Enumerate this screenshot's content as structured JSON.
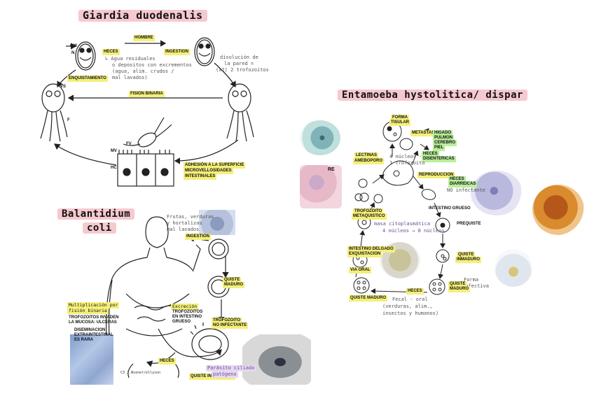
{
  "titles": {
    "giardia": "Giardia duodenalis",
    "entamoeba": "Entamoeba hystolitica/ dispar",
    "balantidium_line1": "Balantidium",
    "balantidium_line2": "coli"
  },
  "colors": {
    "title_highlight": "#f6c9cf",
    "label_highlight": "#f4ef7a",
    "green_highlight": "#b9ee9a",
    "ink": "#111111"
  },
  "giardia": {
    "cw_label": "CW",
    "n_label": "N",
    "vs_label": "VS",
    "f_label": "F",
    "mv_label": "MV",
    "fv_label": "FV",
    "hc_label": "HC",
    "hombre": "HOMBRE",
    "heces": "HECES",
    "ingestion": "INGESTION",
    "enquistamiento": "ENQUISTAMIENTO",
    "fision_binaria": "FISION BINARIA",
    "adhesion": [
      "ADHESIÓN A LA SUPERFICIE",
      "MICROVELLOSIDADES",
      "INTESTINALES"
    ],
    "note_heces": [
      "↳ Agua residuales",
      "o depositos con excrementos",
      "(agua, alim. crudos /",
      "mal lavados)"
    ],
    "note_ingestion": [
      "disolución de",
      "la pared =",
      "(x2) 2 trofozoitos"
    ]
  },
  "entamoeba": {
    "forma_tisular": [
      "FORMA",
      "TISULAR"
    ],
    "metastasis": "METASTASIS",
    "metastasis_organs": [
      "HIGADO",
      "PULMON",
      "CEREBRO",
      "PIEL"
    ],
    "heces_disentericas": [
      "HECES",
      "DISENTERICAS"
    ],
    "lectinas": [
      "LECTINAS",
      "AMEBOPORO"
    ],
    "note_nucleos": [
      "4 núcleos ·",
      "1 trofozoito"
    ],
    "reproduccion": "REPRODUCCION",
    "heces_diarreicas": [
      "HECES",
      "DIARREICAS"
    ],
    "no_infectante": "NO infectante",
    "trofozoito_metaquistico": [
      "TROFOZOITO",
      "METAQUISTICO"
    ],
    "intestino_grueso": "INTESTINO GRUESO",
    "prequiste": "PREQUISTE",
    "note_masa": [
      "masa citoplasmática",
      "4 núcleos → 8 núcleos"
    ],
    "intestino_delgado": [
      "INTESTINO DELGADO",
      "EXQUISTACION"
    ],
    "quiste_inmaduro": [
      "QUISTE",
      "INMADURO"
    ],
    "via_oral": "VIA ORAL",
    "forma_infectiva": [
      "Forma",
      "infectiva"
    ],
    "quiste_maduro_right": [
      "QUISTE",
      "MADURO"
    ],
    "heces": "HECES",
    "quiste_maduro_left": "QUISTE MADURO",
    "note_fecal": [
      "Fecal - oral",
      "(verduras, alim.,",
      "insectos y humanos)"
    ],
    "re_label": "RE"
  },
  "balantidium": {
    "note_fuentes": [
      "Frutas, verduras",
      "y hortalizas",
      "mal lavados"
    ],
    "ingestion": "INGESTION",
    "quiste_maduro": [
      "QUISTE",
      "MADURO"
    ],
    "multiplicacion": [
      "Multiplicación por",
      "fisión binaria"
    ],
    "trofozoitos_invaden": [
      "TROFOZOITOS INVADEN",
      "LA MUCOSA: ULCERAS"
    ],
    "diseminacion": [
      "DISEMINACION",
      "EXTRAINTESTINAL",
      "ES RARA"
    ],
    "excrecion": "Excreción",
    "trofozoitos_intestino": [
      "TROFOZOITOS",
      "EN INTESTINO",
      "GRUESO"
    ],
    "trofozoito_no_infectante": [
      "TROFOZOITO",
      "NO INFECTANTE"
    ],
    "heces": "HECES",
    "quiste_infectante": "QUISTE INFECTANTE",
    "note_parasito": [
      "Parásito ciliado",
      "patógeno"
    ],
    "signature": "C3 J.Wiener/ellyson"
  }
}
